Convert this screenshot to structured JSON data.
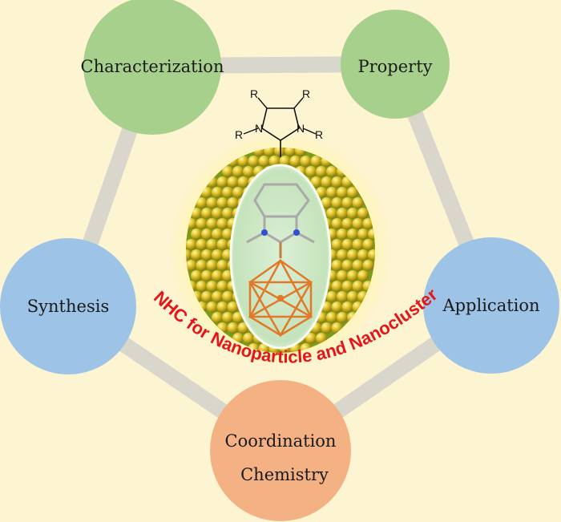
{
  "nodes": {
    "characterization": {
      "label": "Characterization",
      "color": "#a8d08d"
    },
    "property": {
      "label": "Property",
      "color": "#a8d08d"
    },
    "synthesis": {
      "label": "Synthesis",
      "color": "#9dc3e6"
    },
    "application": {
      "label": "Application",
      "color": "#9dc3e6"
    },
    "coordination": {
      "label_line1": "Coordination",
      "label_line2": "Chemistry",
      "color": "#f4b183"
    }
  },
  "center_title": "NHC for Nanoparticle and Nanocluster",
  "nhc_structure": {
    "r_label": "R",
    "n_label": "N"
  },
  "colors": {
    "background": "#fdf4d2",
    "connector": "#d9d6cc",
    "title": "#e3161b",
    "gold": "#d9b821"
  }
}
